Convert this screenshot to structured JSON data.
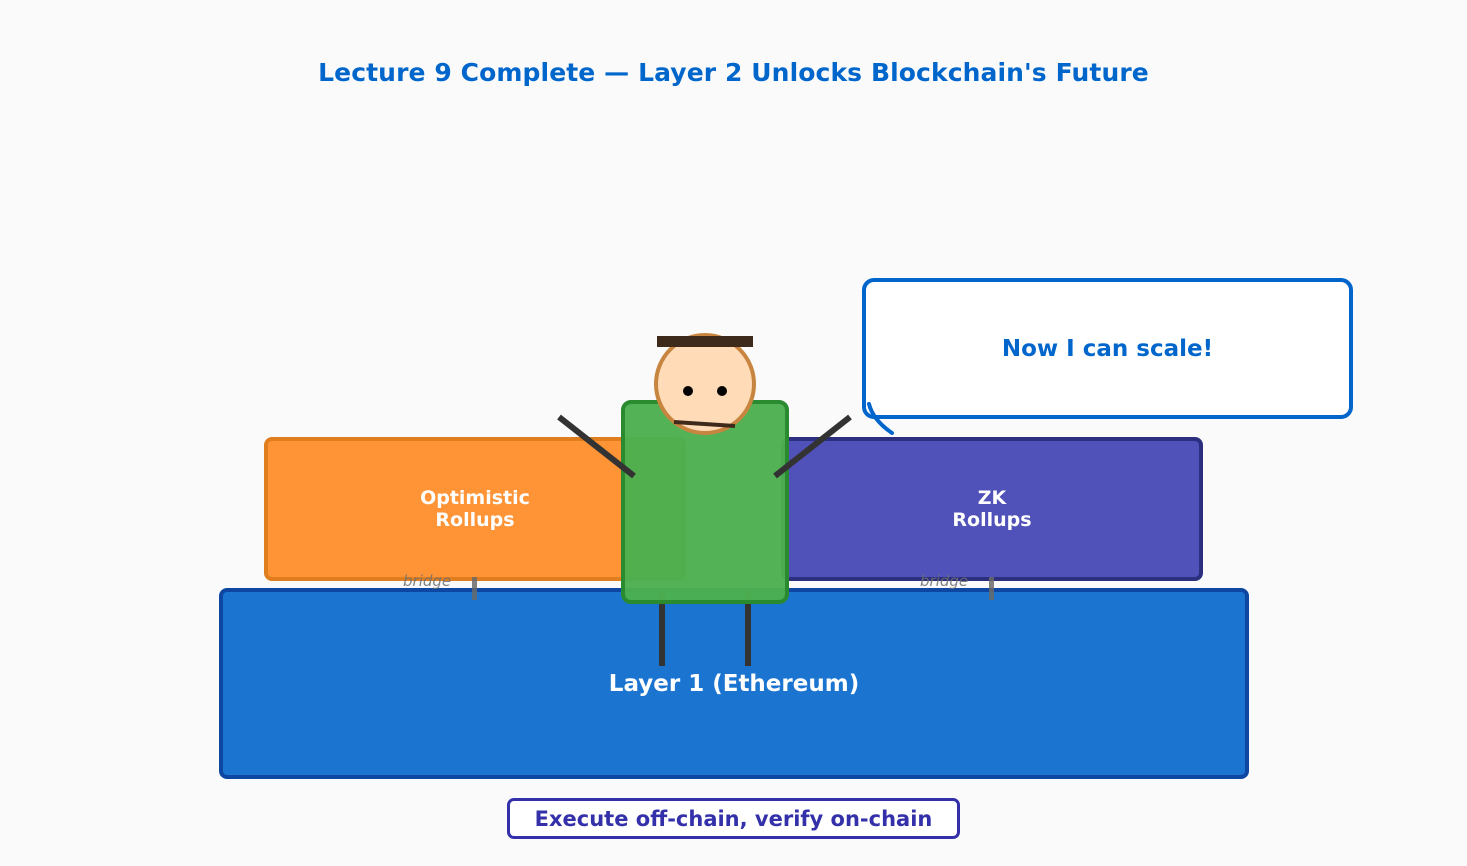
{
  "title": "Lecture 9 Complete — Layer 2 Unlocks Blockchain's Future",
  "layers": {
    "layer1": {
      "label": "Layer 1 (Ethereum)",
      "fill": "#1a74d0",
      "stroke": "#0d47a1"
    },
    "optimistic": {
      "label": "Optimistic\nRollups",
      "fill": "#ff9233",
      "stroke": "#e07b1a"
    },
    "zk": {
      "label": "ZK\nRollups",
      "fill": "#5051b9",
      "stroke": "#2b2f7e"
    }
  },
  "bridges": [
    {
      "label": "bridge",
      "connects": "Optimistic Rollups → Layer 1"
    },
    {
      "label": "bridge",
      "connects": "ZK Rollups → Layer 1"
    }
  ],
  "character": {
    "body_color": "#4caf50",
    "skin_color": "#ffdbb8",
    "outline_color": "#c8853f",
    "hair_color": "#3e2a1a",
    "limb_color": "#333333"
  },
  "speech_bubble": {
    "text": "Now I can scale!",
    "color": "#0066cc"
  },
  "caption": {
    "text": "Execute off-chain, verify on-chain",
    "color": "#3330aa"
  }
}
